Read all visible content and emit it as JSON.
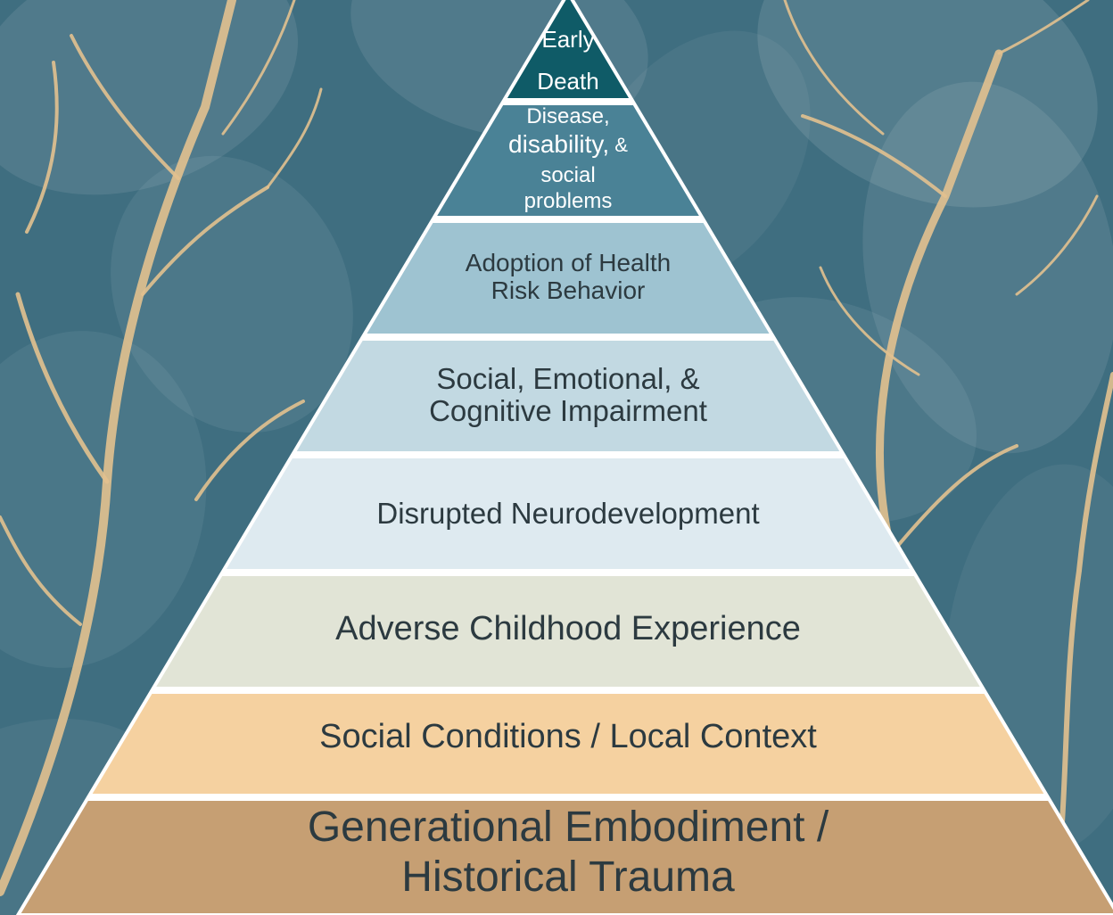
{
  "pyramid": {
    "levels": [
      {
        "id": "early-death",
        "lines": [
          {
            "text": "Early"
          },
          {
            "text": "Death"
          }
        ],
        "fill": "#0f5b67",
        "text_color": "#ffffff"
      },
      {
        "id": "disease",
        "lines": [
          {
            "text": "Disease,"
          },
          {
            "text": "disability,",
            "suffix": "&"
          },
          {
            "text": "social"
          },
          {
            "text": "problems"
          }
        ],
        "fill": "#4a8296",
        "text_color": "#ffffff"
      },
      {
        "id": "health-risk-behavior",
        "lines": [
          {
            "text": "Adoption of Health"
          },
          {
            "text": "Risk Behavior"
          }
        ],
        "fill": "#9ec3d1",
        "text_color": "#2c3a40"
      },
      {
        "id": "impairment",
        "lines": [
          {
            "text": "Social, Emotional, &"
          },
          {
            "text": "Cognitive Impairment"
          }
        ],
        "fill": "#c2d9e2",
        "text_color": "#2c3a40"
      },
      {
        "id": "neurodevelopment",
        "lines": [
          {
            "text": "Disrupted Neurodevelopment"
          }
        ],
        "fill": "#deeaf0",
        "text_color": "#2c3a40"
      },
      {
        "id": "ace",
        "lines": [
          {
            "text": "Adverse Childhood Experience"
          }
        ],
        "fill": "#e1e4d6",
        "text_color": "#2c3a40"
      },
      {
        "id": "social-conditions",
        "lines": [
          {
            "text": "Social Conditions / Local Context"
          }
        ],
        "fill": "#f5d1a0",
        "text_color": "#2c3a40"
      },
      {
        "id": "historical-trauma",
        "lines": [
          {
            "text": "Generational Embodiment /"
          },
          {
            "text": "Historical Trauma"
          }
        ],
        "fill": "#c69f73",
        "text_color": "#2c3a40"
      }
    ],
    "border_color": "#ffffff"
  },
  "background": {
    "base_color": "#3f6e80",
    "leaf_color": "#e8efee",
    "branch_color": "#e2c18f"
  }
}
